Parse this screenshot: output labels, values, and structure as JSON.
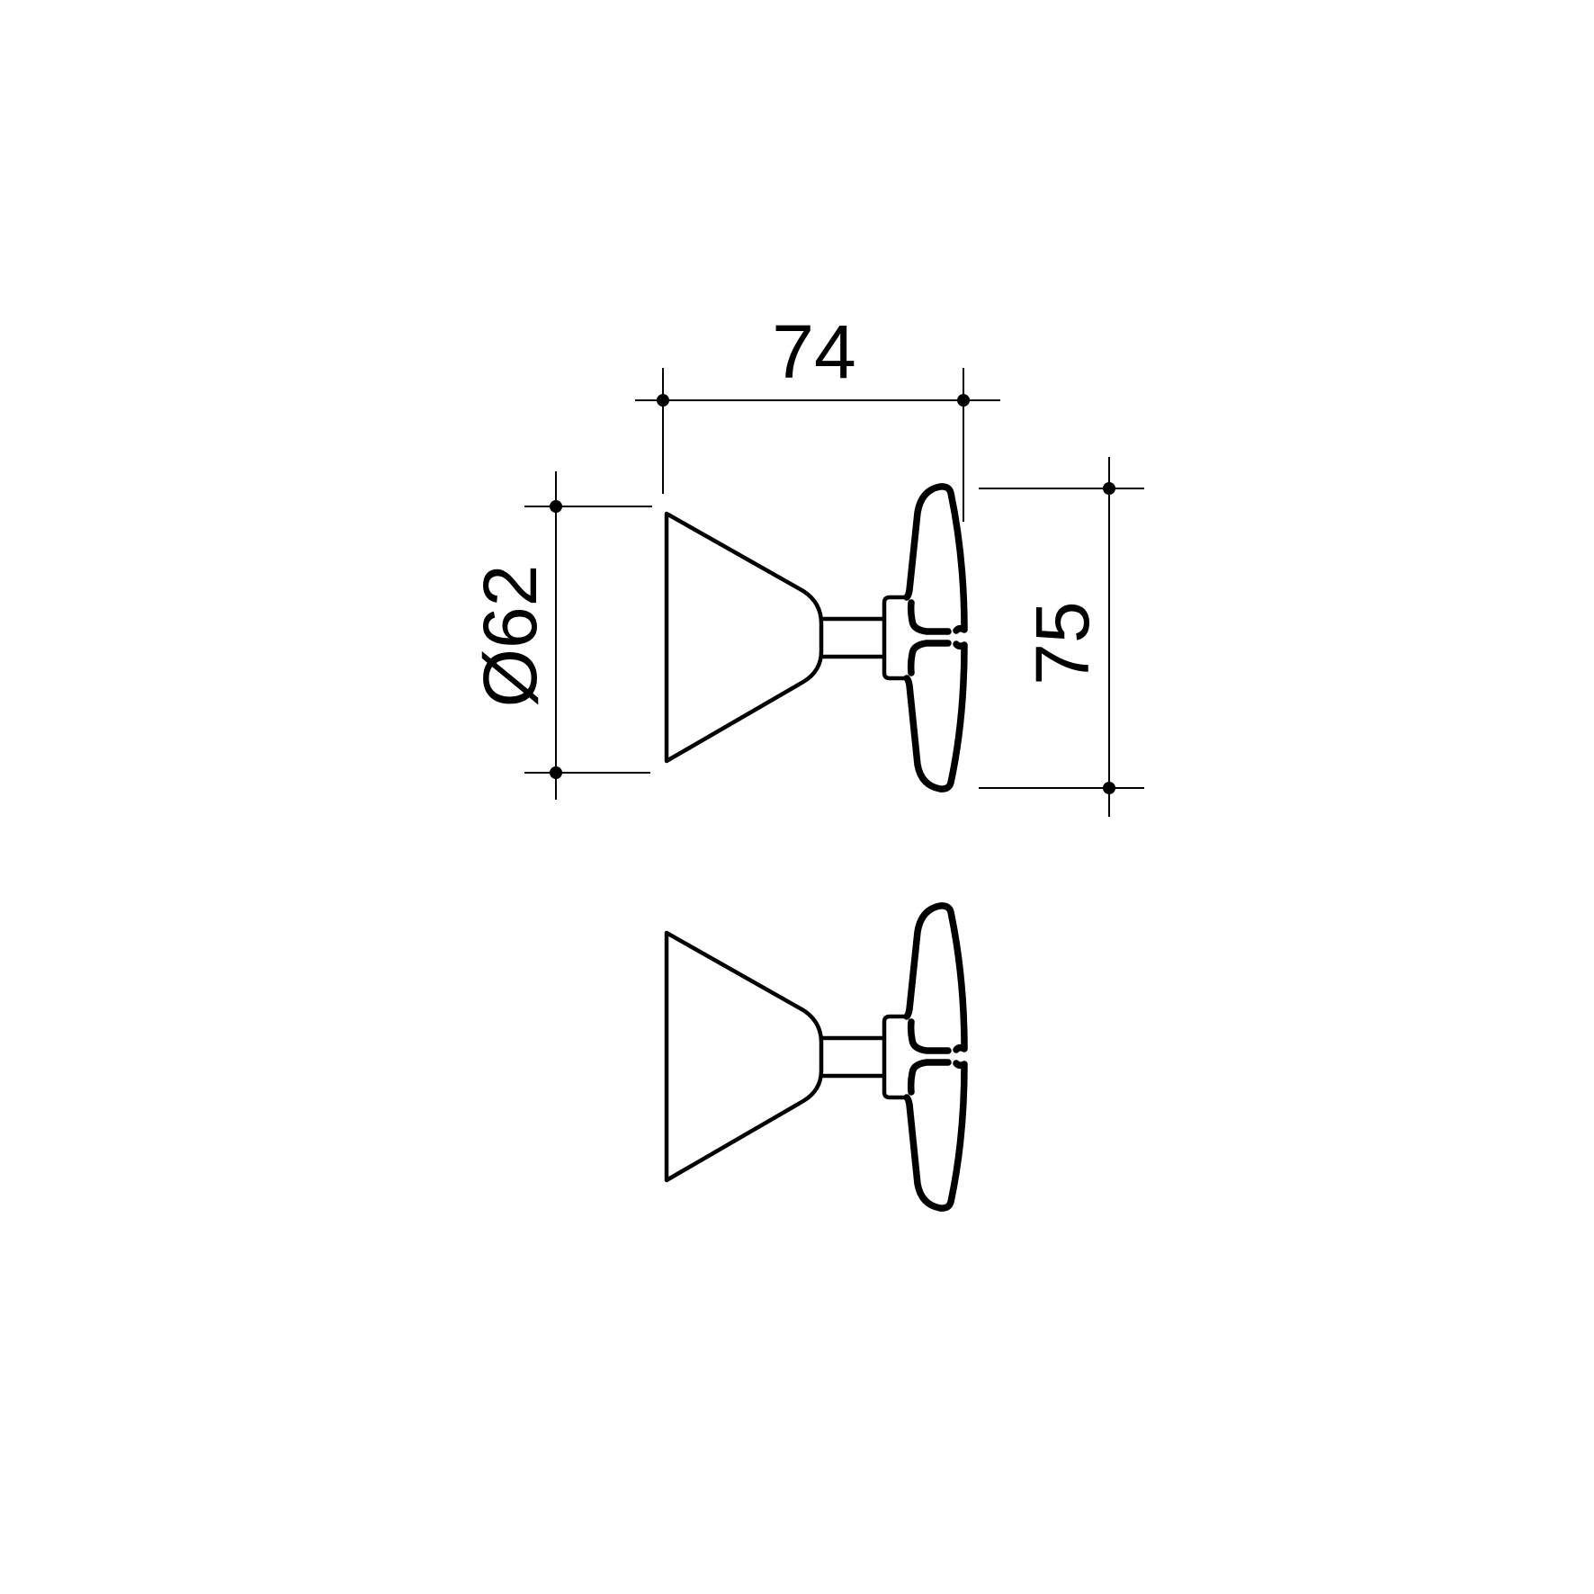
{
  "drawing": {
    "background": "#ffffff",
    "line_color": "#000000",
    "views": [
      {
        "name": "side-view-dimensioned",
        "dimensioned": true
      },
      {
        "name": "side-view-plain",
        "dimensioned": false
      }
    ],
    "dimensions": {
      "length": {
        "label": "74",
        "value": 74,
        "orientation": "horizontal"
      },
      "base_diameter": {
        "label": "Ø62",
        "value": 62,
        "orientation": "vertical"
      },
      "handle_height": {
        "label": "75",
        "value": 75,
        "orientation": "vertical"
      }
    }
  }
}
